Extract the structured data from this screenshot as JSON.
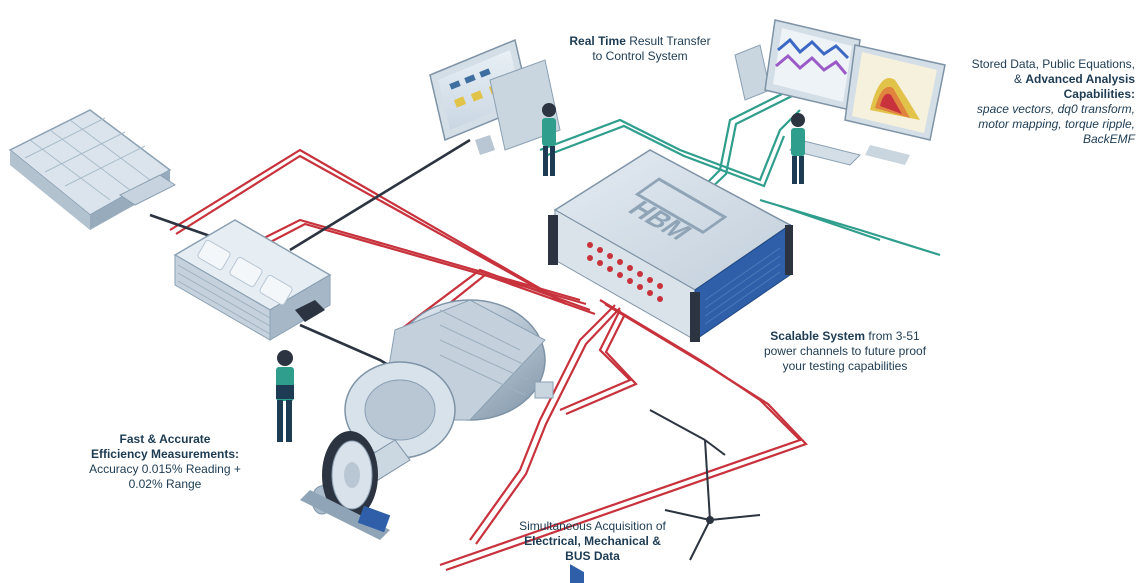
{
  "captions": {
    "realtime": {
      "bold": "Real Time",
      "rest": "Result Transfer",
      "line2": "to Control System"
    },
    "stored": {
      "line1": "Stored Data, Public Equations,",
      "line2_pre": "& ",
      "line2_bold": "Advanced Analysis",
      "line3_bold": "Capabilities:",
      "italic1": "space vectors, dq0 transform,",
      "italic2": "motor mapping, torque ripple,",
      "italic3": "BackEMF"
    },
    "scalable": {
      "bold": "Scalable System",
      "rest": "from 3-51",
      "line2": "power channels to future proof",
      "line3": "your testing capabilities"
    },
    "efficiency": {
      "bold1": "Fast & Accurate",
      "bold2": "Efficiency Measurements:",
      "line3": "Accuracy 0.015% Reading +",
      "line4": "0.02% Range"
    },
    "simultaneous": {
      "line1": "Simultaneous Acquisition of",
      "bold2": "Electrical, Mechanical &",
      "bold3": "BUS Data"
    }
  },
  "device": {
    "logo_text": "HBM"
  },
  "colors": {
    "red_cable": "#c8323c",
    "teal_cable": "#2f9e8c",
    "dark_cable": "#2b3440",
    "device_blue": "#2e5fa8",
    "caption_text": "#1d3b52"
  }
}
